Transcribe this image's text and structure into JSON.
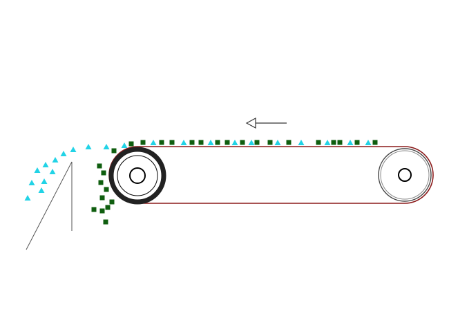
{
  "diagram": {
    "colors": {
      "background": "#ffffff",
      "belt": "#8b1a1a",
      "drum_rim": "#222222",
      "pulley": "#444444",
      "triangle_particle": "#22d3e6",
      "square_particle": "#0f5e0f",
      "arrow": "#333333",
      "splitter_line": "#555555"
    },
    "elements": [
      "conveyor-belt",
      "magnetic-head-drum",
      "tail-pulley",
      "direction-arrow",
      "splitter-plate",
      "non-magnetic-particles",
      "magnetic-particles"
    ],
    "particle_types": [
      "triangle",
      "square"
    ]
  }
}
